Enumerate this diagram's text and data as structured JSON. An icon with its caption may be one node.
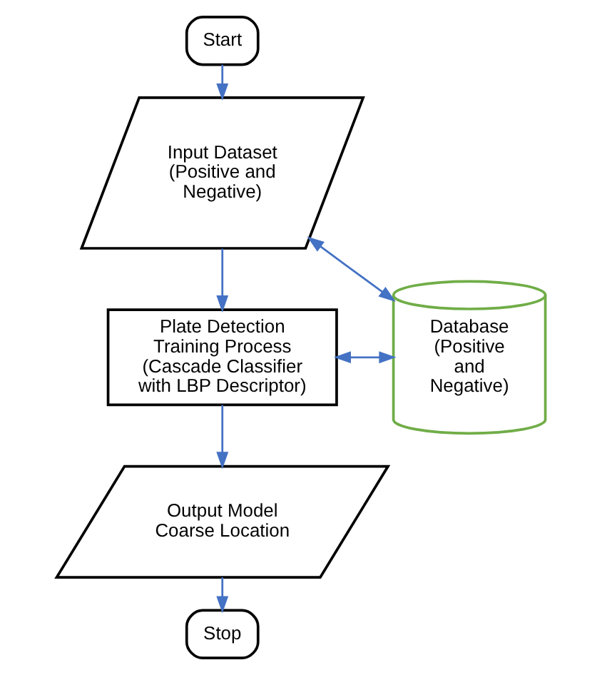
{
  "diagram": {
    "nodes": [
      {
        "text": [
          "Start"
        ]
      },
      {
        "text": [
          "Input Dataset (Positive and Negative)"
        ]
      },
      {
        "text": [
          "Plate Detection Training Process (Cascade Classifier with LBP Descriptor)"
        ]
      },
      {
        "text": [
          "Database (Positive and Negative)"
        ]
      },
      {
        "text": [
          "Output Model Coarse Location"
        ]
      },
      {
        "text": [
          "Stop"
        ]
      }
    ],
    "edges": [
      {
        "from": 0,
        "to": 1,
        "arrow": "to"
      },
      {
        "from": 1,
        "to": 2,
        "arrow": "to"
      },
      {
        "from": 1,
        "to": 3,
        "arrow": "both"
      },
      {
        "from": 2,
        "to": 3,
        "arrow": "both"
      },
      {
        "from": 2,
        "to": 4,
        "arrow": "to"
      },
      {
        "from": 4,
        "to": 5,
        "arrow": "to"
      }
    ]
  }
}
